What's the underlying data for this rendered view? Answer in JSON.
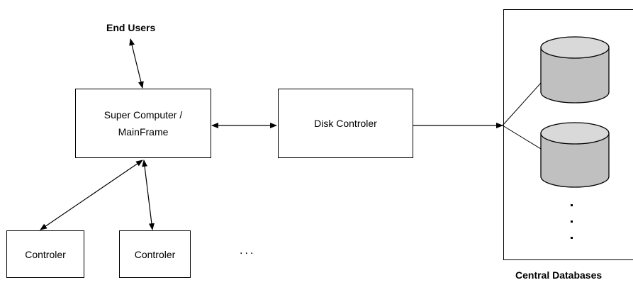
{
  "labels": {
    "end_users": "End Users",
    "mainframe_line1": "Super Computer /",
    "mainframe_line2": "MainFrame",
    "disk_controller": "Disk Controler",
    "controller_1": "Controler",
    "controller_2": "Controler",
    "ellipsis": "...",
    "central_databases": "Central Databases"
  },
  "colors": {
    "stroke": "#000000",
    "background": "#ffffff",
    "cylinder_body": "#c0c0c0",
    "cylinder_top": "#d9d9d9"
  },
  "icons": [
    "database-cylinder-icon",
    "database-cylinder-icon"
  ]
}
